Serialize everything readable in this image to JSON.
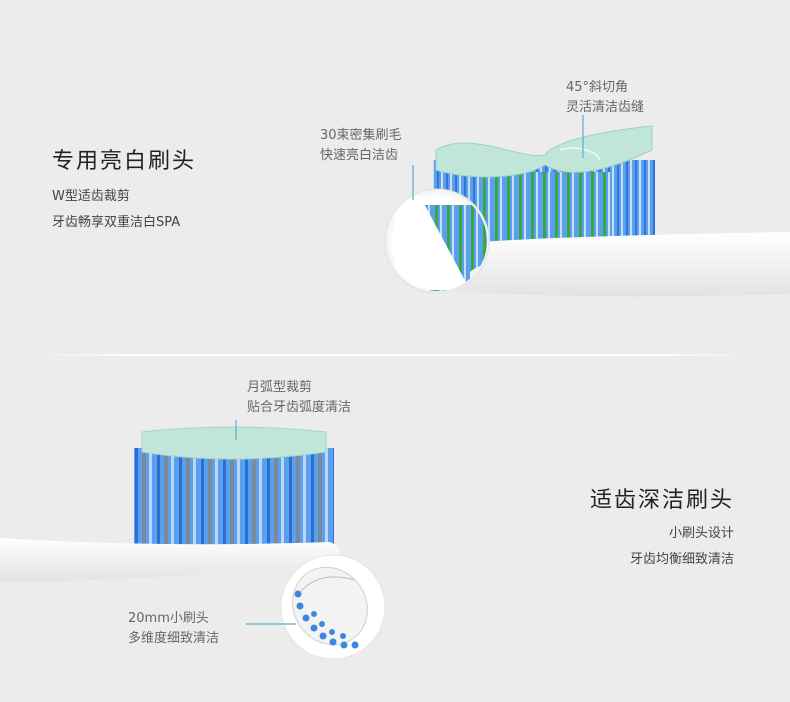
{
  "section1": {
    "title": "专用亮白刷头",
    "lines": [
      "W型适齿裁剪",
      "牙齿畅享双重洁白SPA"
    ],
    "callout_a": [
      "30束密集刷毛",
      "快速亮白洁齿"
    ],
    "callout_b": [
      "45°斜切角",
      "灵活清洁齿缝"
    ]
  },
  "section2": {
    "title": "适齿深洁刷头",
    "lines": [
      "小刷头设计",
      "牙齿均衡细致清洁"
    ],
    "callout_a": [
      "月弧型裁剪",
      "贴合牙齿弧度清洁"
    ],
    "callout_b": [
      "20mm小刷头",
      "多维度细致清洁"
    ]
  },
  "colors": {
    "background": "#ececec",
    "leader_line": "#5aaec8",
    "bristle_blue": "#3a8ee6",
    "bristle_green": "#3aa83a",
    "tip_green": "#bfe6d8"
  }
}
